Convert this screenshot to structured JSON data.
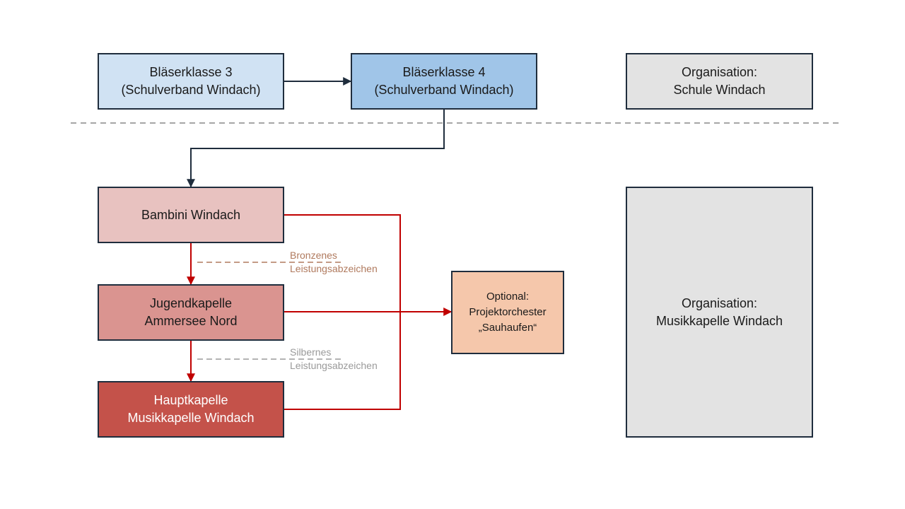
{
  "boxes": {
    "blaeserklasse3": {
      "line1": "Bläserklasse 3",
      "line2": "(Schulverband Windach)",
      "fill": "#d0e2f3"
    },
    "blaeserklasse4": {
      "line1": "Bläserklasse 4",
      "line2": "(Schulverband Windach)",
      "fill": "#a0c5e8"
    },
    "org_schule": {
      "line1": "Organisation:",
      "line2": "Schule Windach",
      "fill": "#e3e3e3"
    },
    "bambini": {
      "line1": "Bambini Windach",
      "fill": "#e8c2c0"
    },
    "jugendkapelle": {
      "line1": "Jugendkapelle",
      "line2": "Ammersee Nord",
      "fill": "#da9490"
    },
    "hauptkapelle": {
      "line1": "Hauptkapelle",
      "line2": "Musikkapelle Windach",
      "fill": "#c4524a",
      "text_color": "#ffffff"
    },
    "projektorchester": {
      "line1": "Optional:",
      "line2": "Projektorchester",
      "line3": "„Sauhaufen“",
      "fill": "#f5c7ab"
    },
    "org_musikkapelle": {
      "line1": "Organisation:",
      "line2": "Musikkapelle Windach",
      "fill": "#e3e3e3"
    }
  },
  "labels": {
    "bronze": {
      "line1": "Bronzenes",
      "line2": "Leistungsabzeichen",
      "color": "#b07a5e"
    },
    "silber": {
      "line1": "Silbernes",
      "line2": "Leistungsabzeichen",
      "color": "#9a9a9a"
    }
  },
  "colors": {
    "border": "#1f2d3d",
    "arrow_dark": "#1f2d3d",
    "arrow_red": "#c00000",
    "divider": "#a6a6a6"
  }
}
